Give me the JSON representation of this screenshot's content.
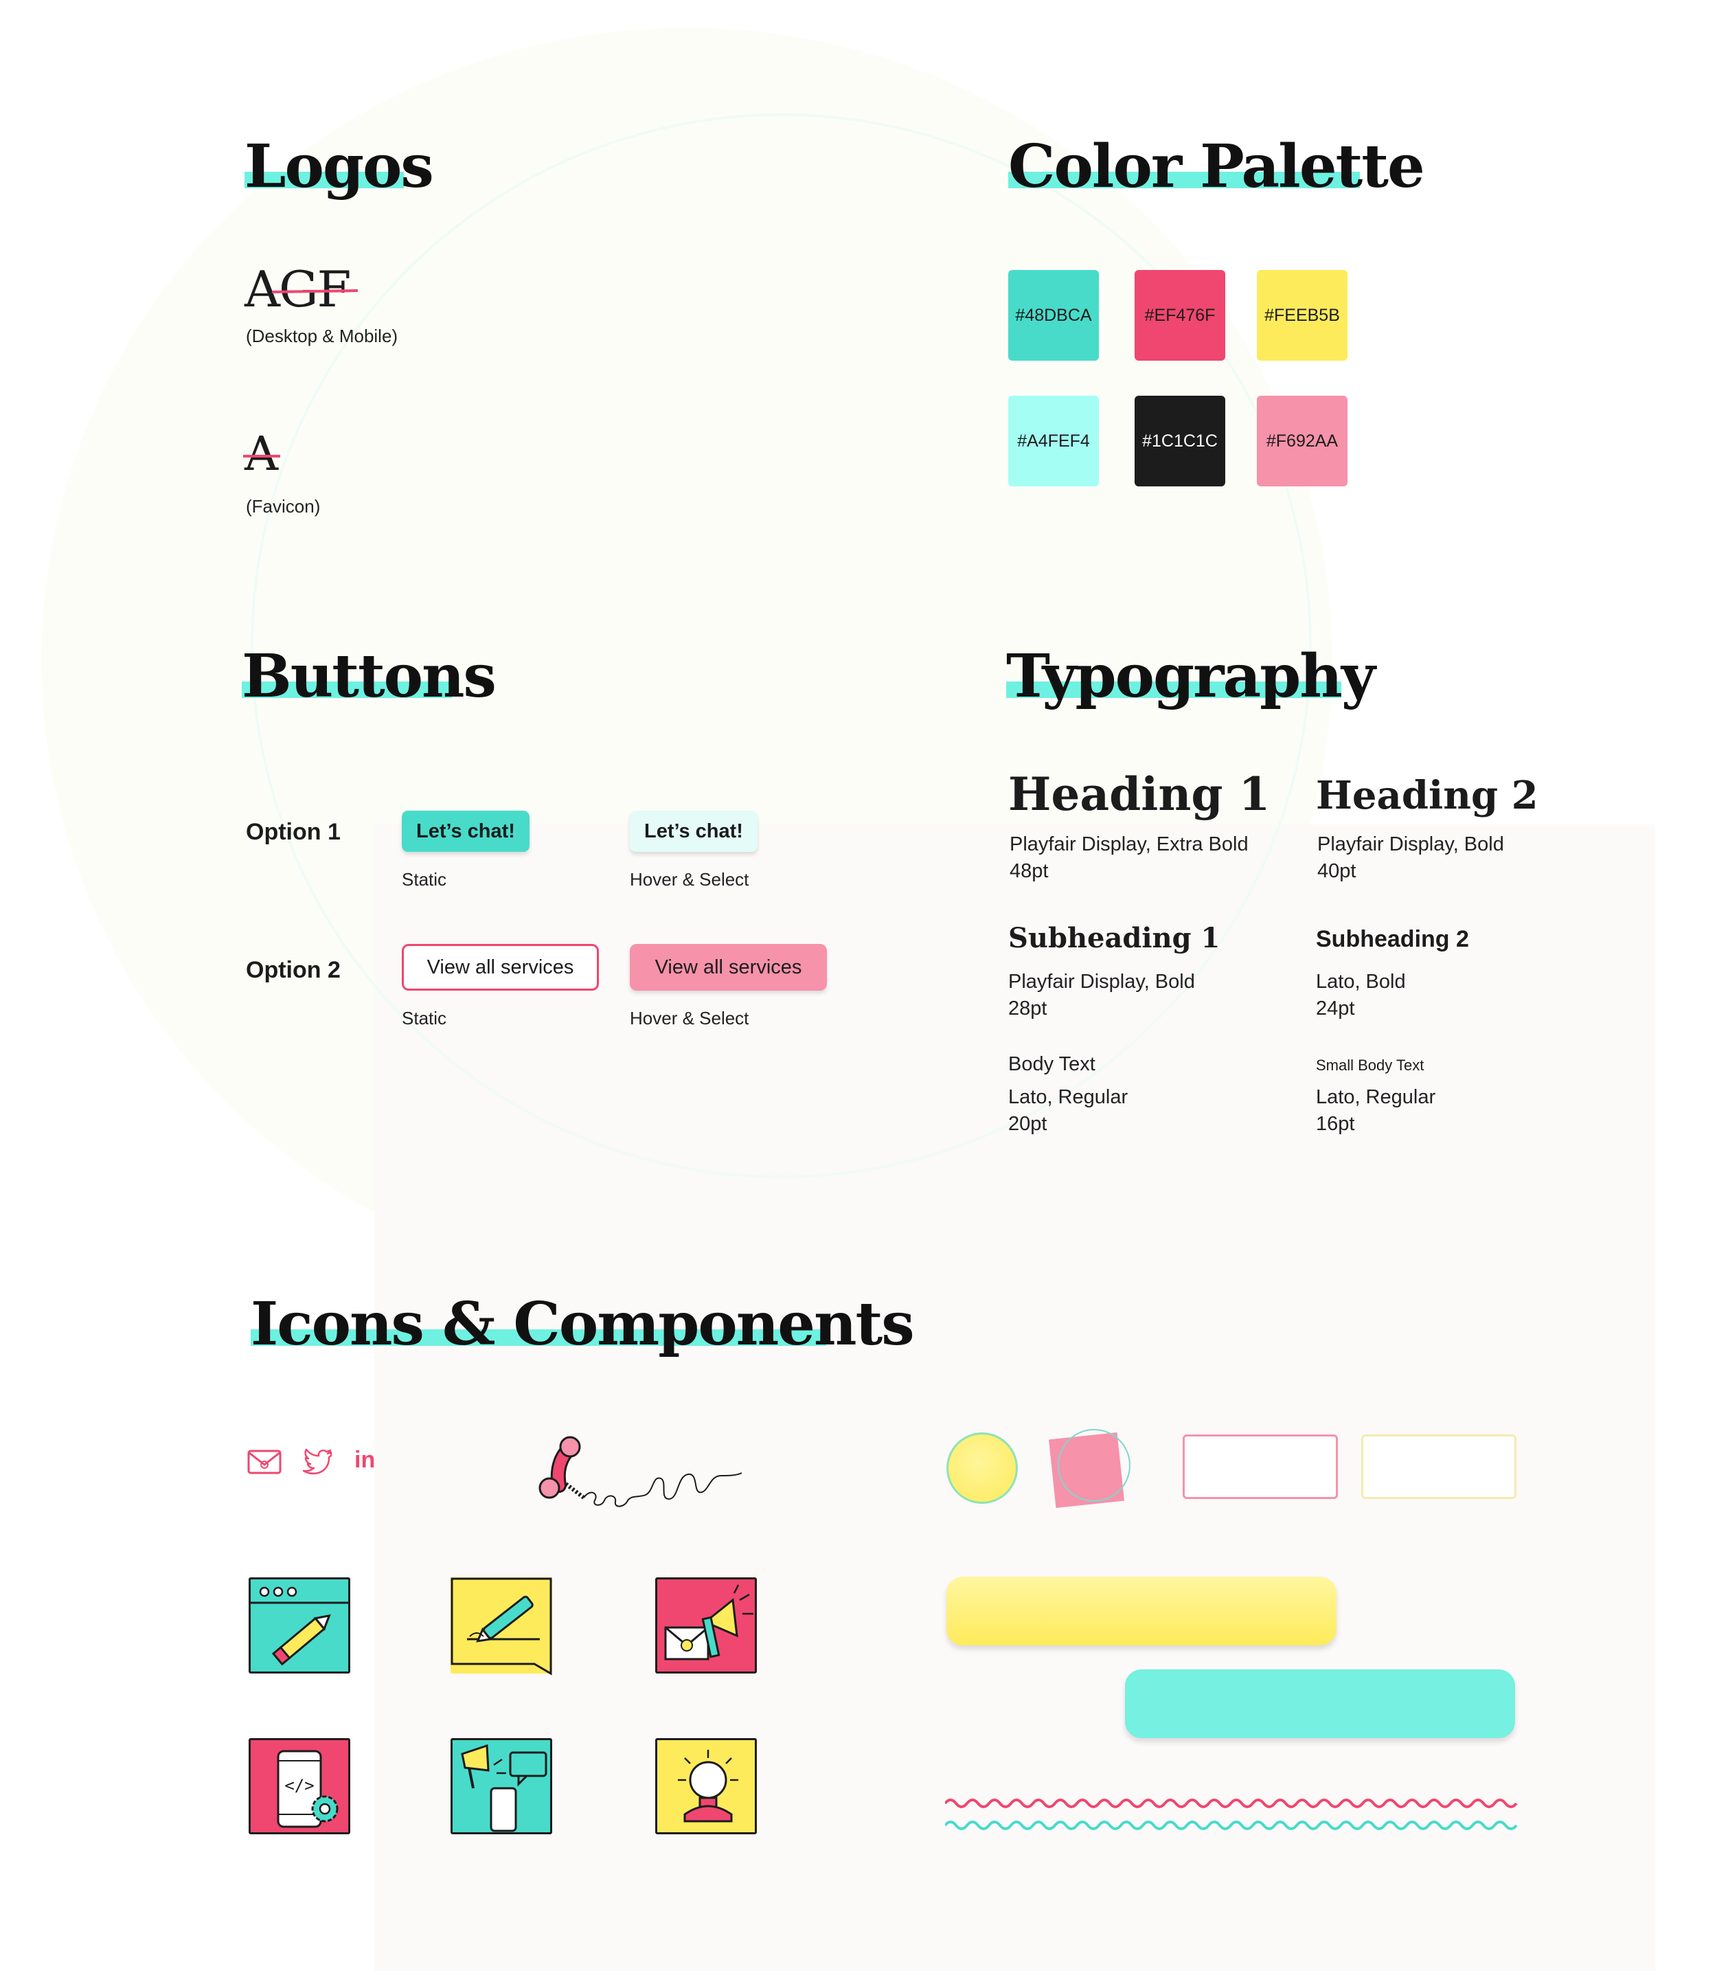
{
  "sections": {
    "logos": "Logos",
    "palette": "Color Palette",
    "buttons": "Buttons",
    "typography": "Typography",
    "icons": "Icons & Components"
  },
  "logos": {
    "primary_mark": "AGF",
    "primary_caption": "(Desktop & Mobile)",
    "favicon_mark": "A",
    "favicon_caption": "(Favicon)"
  },
  "palette": [
    {
      "hex": "#48DBCA",
      "label": "#48DBCA"
    },
    {
      "hex": "#EF476F",
      "label": "#EF476F"
    },
    {
      "hex": "#FEEB5B",
      "label": "#FEEB5B"
    },
    {
      "hex": "#A4FEF4",
      "label": "#A4FEF4"
    },
    {
      "hex": "#1C1C1C",
      "label": "#1C1C1C"
    },
    {
      "hex": "#F692AA",
      "label": "#F692AA"
    }
  ],
  "buttons": {
    "option1": {
      "label": "Option 1",
      "static_text": "Let’s chat!",
      "hover_text": "Let’s chat!",
      "static_caption": "Static",
      "hover_caption": "Hover & Select"
    },
    "option2": {
      "label": "Option 2",
      "static_text": "View all services",
      "hover_text": "View all services",
      "static_caption": "Static",
      "hover_caption": "Hover & Select"
    }
  },
  "typography": {
    "h1": {
      "name": "Heading 1",
      "font": "Playfair Display, Extra Bold",
      "size": "48pt"
    },
    "h2": {
      "name": "Heading 2",
      "font": "Playfair Display, Bold",
      "size": "40pt"
    },
    "sub1": {
      "name": "Subheading 1",
      "font": "Playfair Display, Bold",
      "size": "28pt"
    },
    "sub2": {
      "name": "Subheading 2",
      "font": "Lato, Bold",
      "size": "24pt"
    },
    "body": {
      "name": "Body Text",
      "font": "Lato, Regular",
      "size": "20pt"
    },
    "small": {
      "name": "Small Body Text",
      "font": "Lato, Regular",
      "size": "16pt"
    }
  },
  "icons": {
    "social": [
      "mail-icon",
      "twitter-icon",
      "linkedin-icon"
    ],
    "linkedin_glyph": "in",
    "tiles": [
      "browser-pencil-icon",
      "pen-writing-icon",
      "megaphone-mail-icon",
      "mobile-code-icon",
      "marketing-chat-icon",
      "idea-bulb-icon"
    ]
  },
  "colors": {
    "accent_teal": "#48DBCA",
    "accent_pink": "#EF476F",
    "accent_yellow": "#FEEB5B",
    "highlight": "#6EF1E1"
  }
}
